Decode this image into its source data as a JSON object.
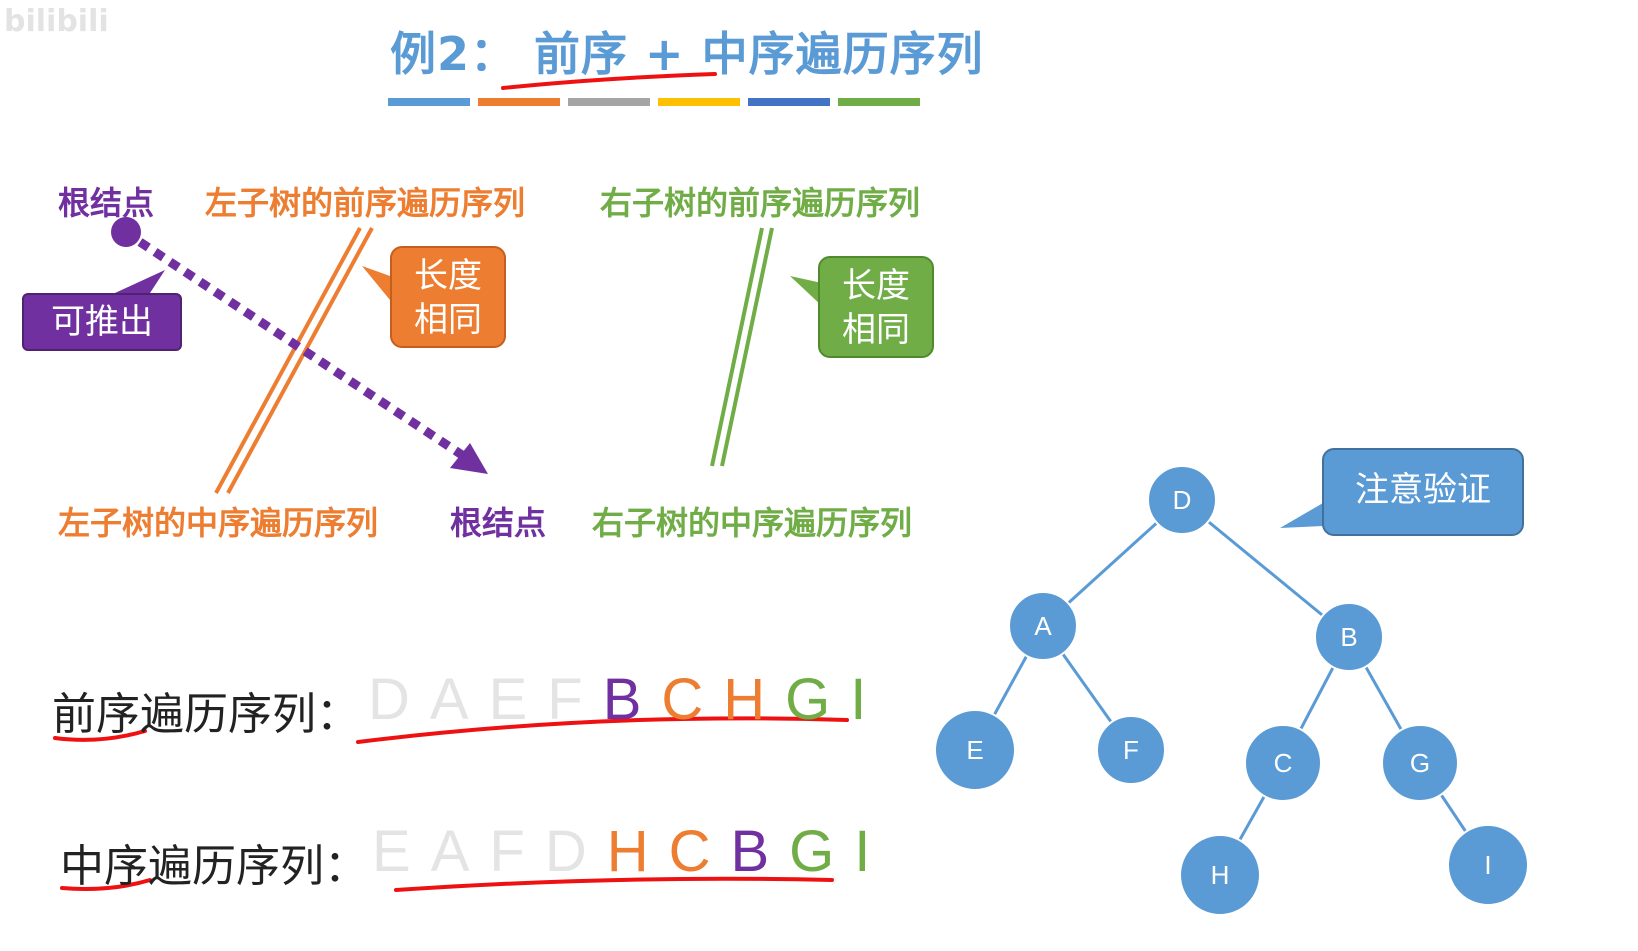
{
  "watermark": "bilibili",
  "title": "例2： 前序 + 中序遍历序列",
  "color_bar": [
    "#5b9bd5",
    "#ed7d31",
    "#a5a5a5",
    "#ffc000",
    "#4472c4",
    "#70ad47"
  ],
  "top_labels": {
    "root": "根结点",
    "left_preorder": "左子树的前序遍历序列",
    "right_preorder": "右子树的前序遍历序列"
  },
  "bottom_labels": {
    "left_inorder": "左子树的中序遍历序列",
    "root": "根结点",
    "right_inorder": "右子树的中序遍历序列"
  },
  "callouts": {
    "derive": "可推出",
    "same_len_orange_1": "长度",
    "same_len_orange_2": "相同",
    "same_len_green_1": "长度",
    "same_len_green_2": "相同",
    "verify": "注意验证"
  },
  "preorder": {
    "label": "前序遍历序列：",
    "letters": [
      "D",
      "A",
      "E",
      "F",
      "B",
      "C",
      "H",
      "G",
      "I"
    ],
    "colors": [
      "faint",
      "faint",
      "faint",
      "faint",
      "purple",
      "orange",
      "orange",
      "green",
      "green"
    ]
  },
  "inorder": {
    "label": "中序遍历序列：",
    "letters": [
      "E",
      "A",
      "F",
      "D",
      "H",
      "C",
      "B",
      "G",
      "I"
    ],
    "colors": [
      "faint",
      "faint",
      "faint",
      "faint",
      "orange",
      "orange",
      "purple",
      "green",
      "green"
    ]
  },
  "tree": {
    "node_color": "#5b9bd5",
    "nodes": [
      "D",
      "A",
      "B",
      "E",
      "F",
      "C",
      "G",
      "H",
      "I"
    ],
    "edges": [
      [
        "D",
        "A"
      ],
      [
        "D",
        "B"
      ],
      [
        "A",
        "E"
      ],
      [
        "A",
        "F"
      ],
      [
        "B",
        "C"
      ],
      [
        "B",
        "G"
      ],
      [
        "C",
        "H"
      ],
      [
        "G",
        "I"
      ]
    ]
  }
}
